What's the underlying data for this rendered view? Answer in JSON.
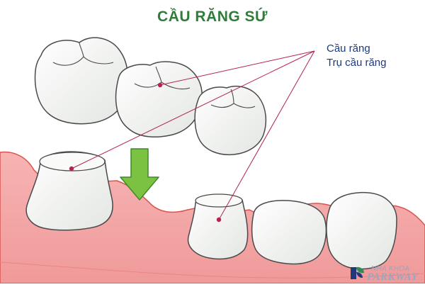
{
  "title": "CẦU RĂNG SỨ",
  "labels": {
    "crown": "Cầu răng",
    "abutment": "Trụ cầu răng"
  },
  "logo": {
    "small_text": "NHA KHOA",
    "big_text": "PARKWAY",
    "name": "nha-khoa-parkway-logo"
  },
  "colors": {
    "title": "#2e7d3a",
    "label_text": "#1f3a7a",
    "leader_line": "#b5234e",
    "gum_fill": "#f4a7a7",
    "gum_outline": "#d9534f",
    "arrow_fill": "#7cc242",
    "arrow_stroke": "#3f8a2a",
    "tooth_fill": "#f2f4f1",
    "tooth_outline": "#4a4a4a",
    "logo_text": "#9ba5bd"
  },
  "icons": {
    "down_arrow": "down-arrow-icon",
    "logo_mark": "leaf-logo-icon"
  }
}
